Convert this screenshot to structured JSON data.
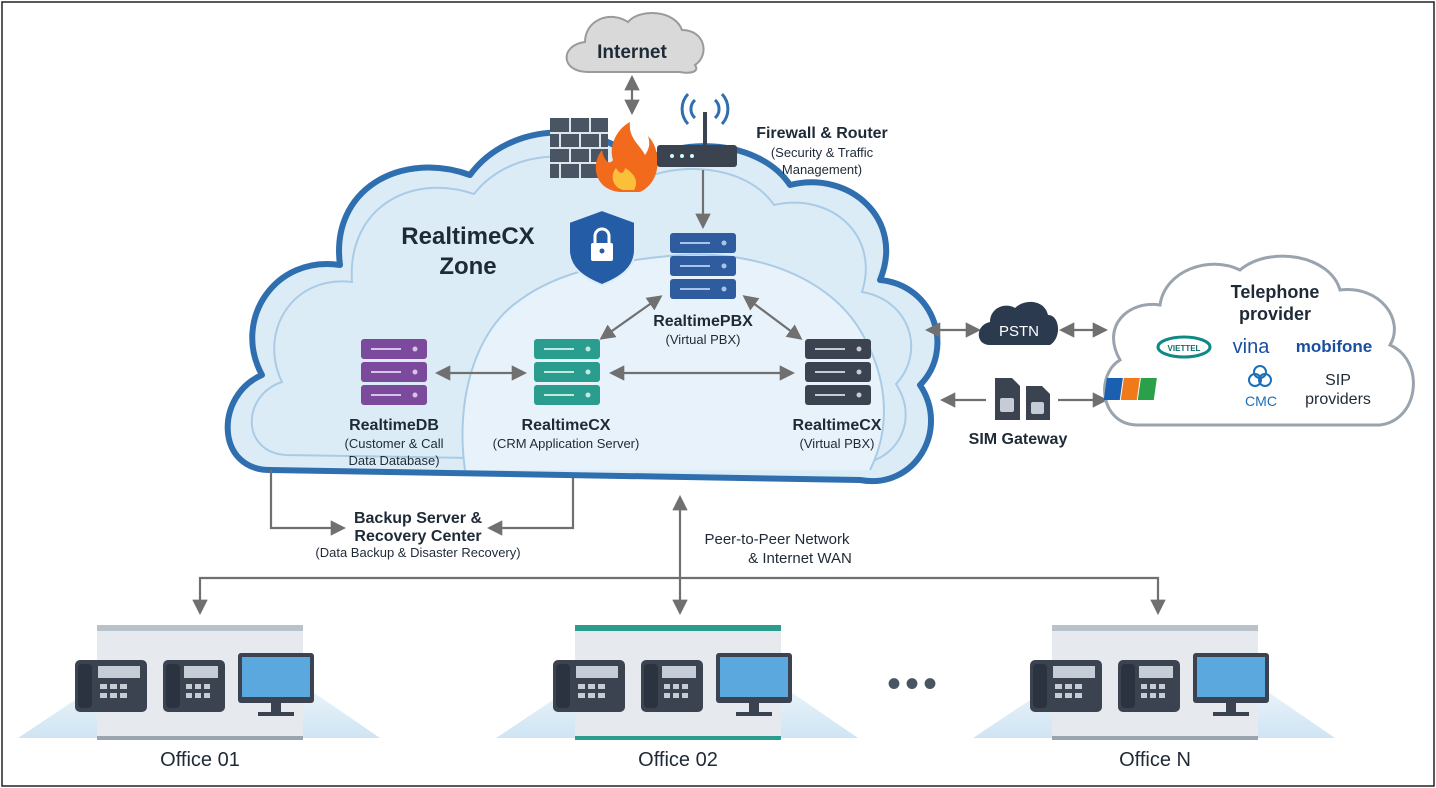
{
  "internet": "Internet",
  "firewall": {
    "title": "Firewall & Router",
    "sub1": "(Security & Traffic",
    "sub2": "Management)"
  },
  "zone": {
    "line1": "RealtimeCX",
    "line2": "Zone"
  },
  "pbx_center": {
    "title": "RealtimePBX",
    "sub": "(Virtual PBX)"
  },
  "db": {
    "title": "RealtimeDB",
    "sub1": "(Customer & Call",
    "sub2": "Data Database)"
  },
  "crm": {
    "title": "RealtimeCX",
    "sub": "(CRM Application Server)"
  },
  "pbx_right": {
    "title": "RealtimeCX",
    "sub": "(Virtual PBX)"
  },
  "pstn": "PSTN",
  "sim_gateway": "SIM Gateway",
  "telephone": {
    "title1": "Telephone",
    "title2": "provider",
    "providers": {
      "viettel": "VIETTEL",
      "vina": "vina",
      "mobifone": "mobifone",
      "fpt": "FPT",
      "cmc": "CMC",
      "sip1": "SIP",
      "sip2": "providers"
    }
  },
  "backup": {
    "line1": "Backup Server &",
    "line2": "Recovery Center",
    "sub": "(Data Backup & Disaster Recovery)"
  },
  "network": {
    "line1": "Peer-to-Peer Network",
    "line2": "& Internet WAN"
  },
  "offices": [
    "Office 01",
    "Office 02",
    "Office N"
  ],
  "ellipsis": "•••",
  "colors": {
    "cloud_fill": "#dcecf6",
    "cloud_stroke": "#2f6fb0",
    "arrow": "#707070",
    "db_purple": "#7b4a9c",
    "crm_teal": "#2a9d8f",
    "pbx_blue": "#2f5c9e",
    "pbx_dark": "#3b4250",
    "fire": "#f26a1b",
    "shield": "#245da6"
  }
}
